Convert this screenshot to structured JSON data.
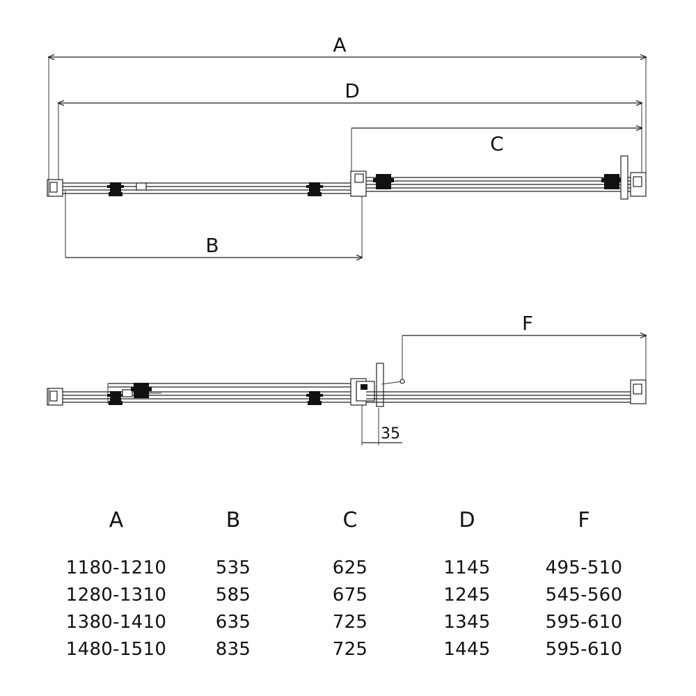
{
  "diagram": {
    "labels": {
      "a": "A",
      "b": "B",
      "c": "C",
      "d": "D",
      "f": "F",
      "offset": "35"
    }
  },
  "table": {
    "headers": [
      "A",
      "B",
      "C",
      "D",
      "F"
    ],
    "rows": [
      [
        "1180-1210",
        "535",
        "625",
        "1145",
        "495-510"
      ],
      [
        "1280-1310",
        "585",
        "675",
        "1245",
        "545-560"
      ],
      [
        "1380-1410",
        "635",
        "725",
        "1345",
        "595-610"
      ],
      [
        "1480-1510",
        "835",
        "725",
        "1445",
        "595-610"
      ]
    ]
  }
}
